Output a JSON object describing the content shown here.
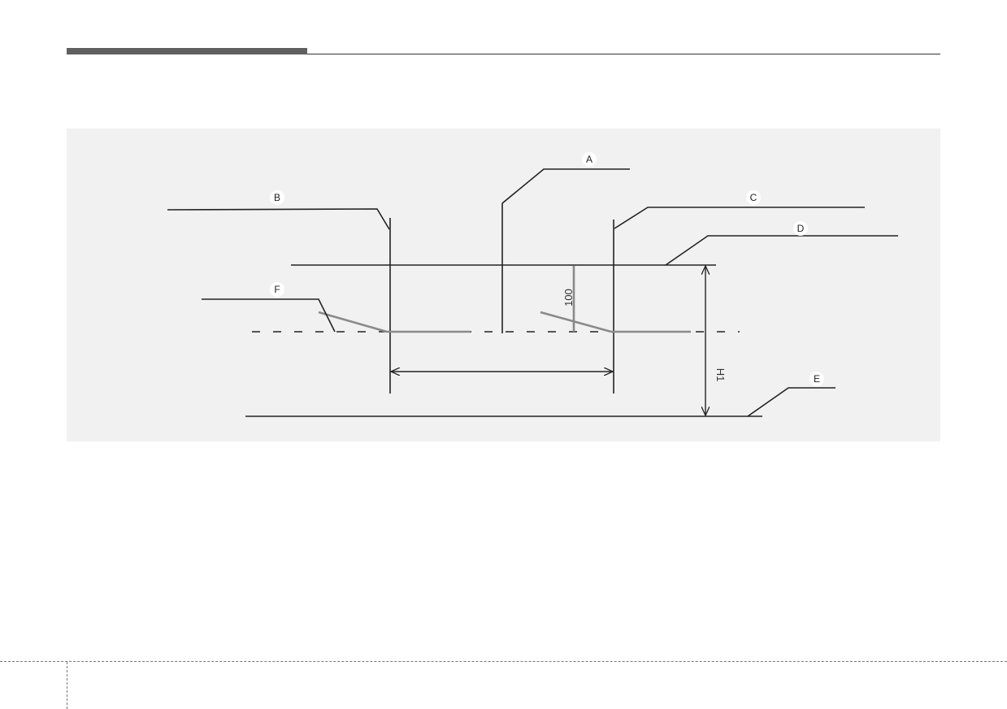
{
  "diagram": {
    "labels": {
      "a": "A",
      "b": "B",
      "c": "C",
      "d": "D",
      "e": "E",
      "f": "F"
    },
    "dimensions": {
      "distance_100": "100",
      "height_h1": "H1"
    }
  },
  "colors": {
    "header_bar": "#5f5f5f",
    "panel_background": "#f1f1f1",
    "line_dark": "#222222",
    "line_gray": "#8a8a8a"
  }
}
